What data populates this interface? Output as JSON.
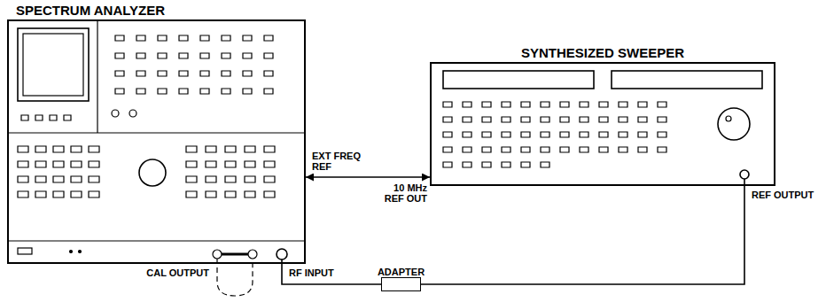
{
  "diagram": {
    "nodes": [
      {
        "text": [
          "SPECTRUM ANALYZER"
        ]
      },
      {
        "text": [
          "SYNTHESIZED SWEEPER"
        ]
      },
      {
        "text": [
          "ADAPTER"
        ]
      }
    ],
    "edges": [
      {
        "from": 0,
        "to": 1,
        "arrow": "both"
      },
      {
        "from": 1,
        "to": 2,
        "arrow": "none"
      },
      {
        "from": 2,
        "to": 0,
        "arrow": "none"
      }
    ],
    "labels": [
      "EXT FREQ REF",
      "10 MHz REF OUT",
      "CAL OUTPUT",
      "RF INPUT",
      "REF OUTPUT"
    ]
  }
}
